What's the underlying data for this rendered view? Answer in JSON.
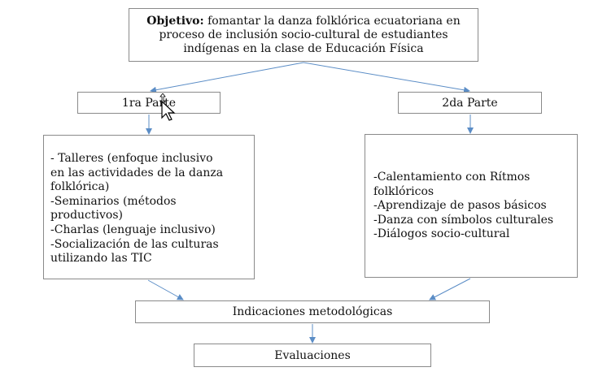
{
  "objective": {
    "label": "Objetivo:",
    "text": " fomantar la danza folklórica ecuatoriana en proceso de inclusión socio-cultural de estudiantes indígenas en la clase de Educación Física"
  },
  "part1": {
    "label": "1ra Parte"
  },
  "part2": {
    "label": "2da Parte"
  },
  "part1_items": [
    "- Talleres (enfoque inclusivo",
    "en las actividades de la danza",
    "folklórica)",
    "-Seminarios (métodos",
    "productivos)",
    "-Charlas (lenguaje inclusivo)",
    "-Socialización de las culturas",
    "utilizando las TIC"
  ],
  "part2_items": [
    "-Calentamiento con Rítmos",
    "folklóricos",
    "-Aprendizaje de pasos básicos",
    "-Danza con símbolos culturales",
    "-Diálogos socio-cultural"
  ],
  "methods": {
    "label": "Indicaciones metodológicas"
  },
  "evaluations": {
    "label": "Evaluaciones"
  },
  "colors": {
    "arrow": "#5b8dc6",
    "border": "#8a8a8a"
  }
}
